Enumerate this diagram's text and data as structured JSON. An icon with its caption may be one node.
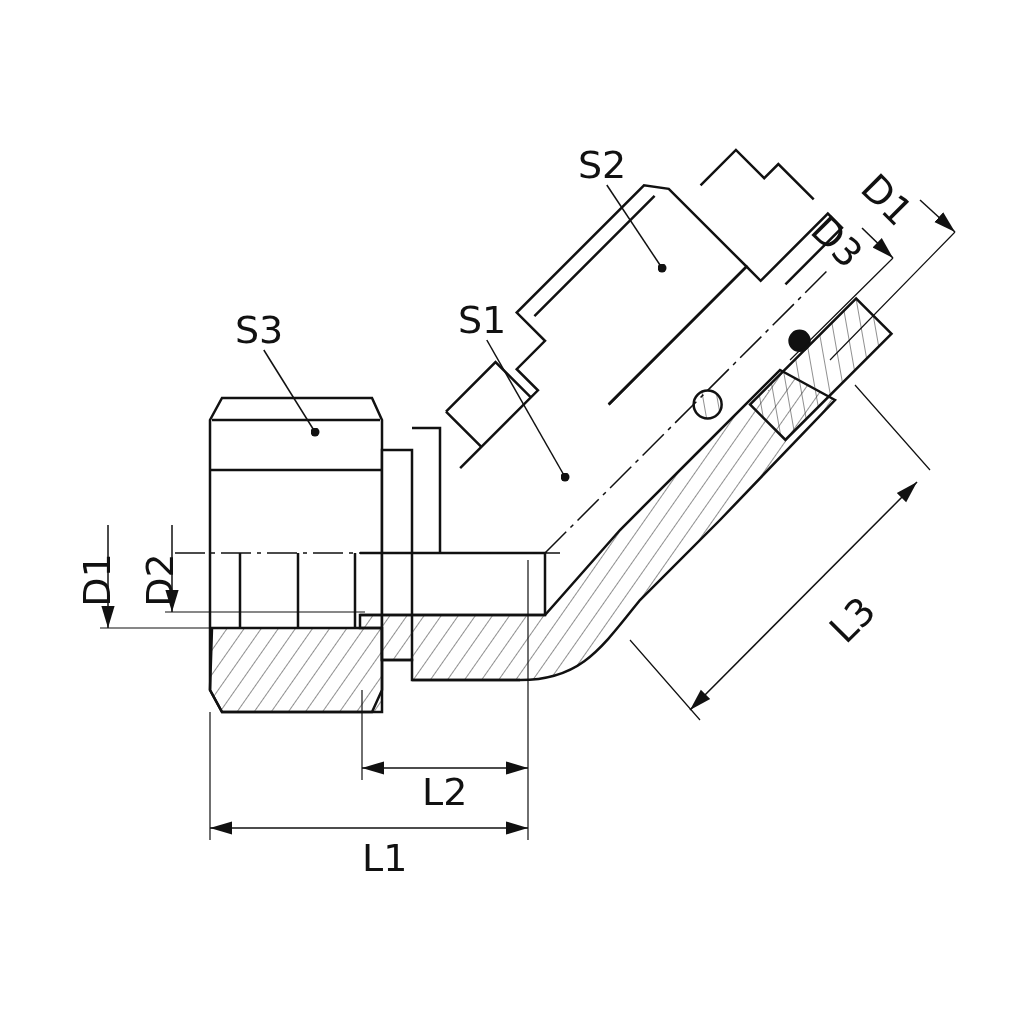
{
  "diagram": {
    "nodes": [
      {
        "text": [
          "S3"
        ]
      },
      {
        "text": [
          "S1"
        ]
      },
      {
        "text": [
          "S2"
        ]
      }
    ],
    "edges": [
      {
        "from": 0,
        "to": null,
        "arrow": "other"
      },
      {
        "from": 1,
        "to": null,
        "arrow": "other"
      },
      {
        "from": 2,
        "to": null,
        "arrow": "other"
      }
    ],
    "labels": [
      "D1",
      "D3",
      "L3",
      "D1",
      "D2",
      "L2",
      "L1"
    ]
  }
}
